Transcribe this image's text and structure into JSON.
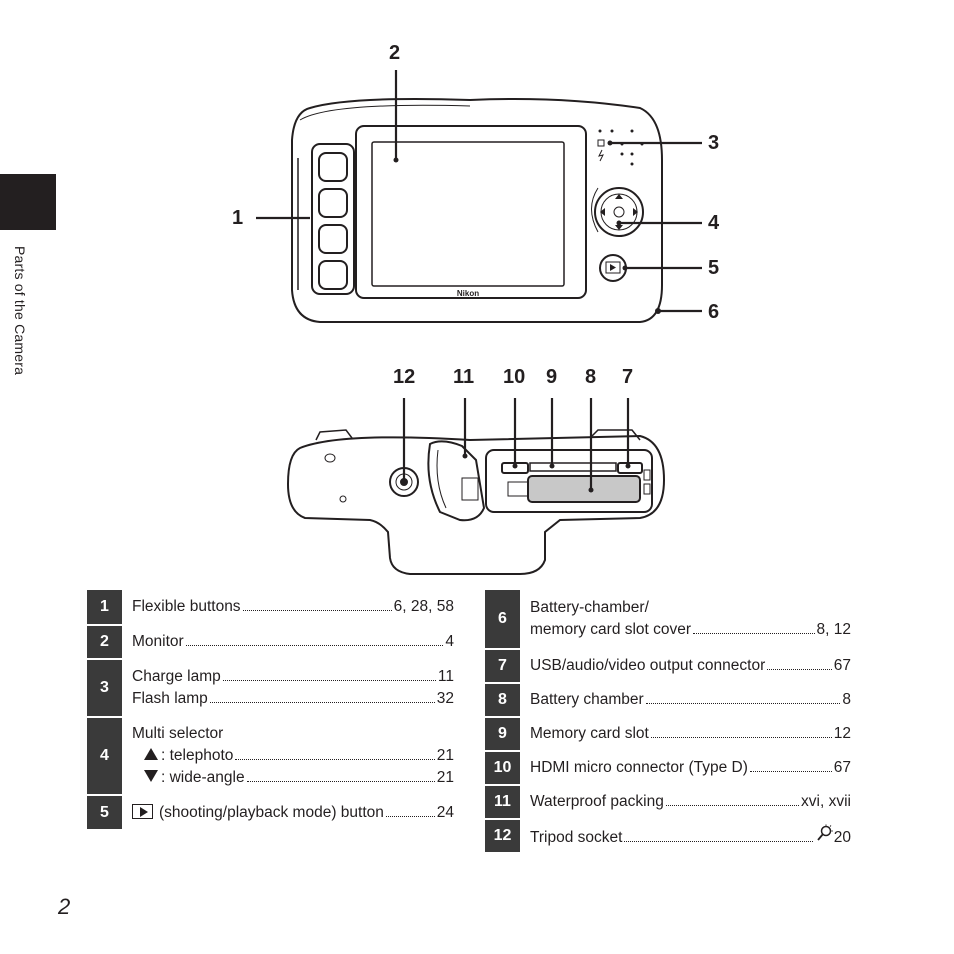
{
  "side_tab": {
    "text": "Parts of the Camera"
  },
  "page_number": "2",
  "callouts": [
    "1",
    "2",
    "3",
    "4",
    "5",
    "6",
    "12",
    "11",
    "10",
    "9",
    "8",
    "7"
  ],
  "camera_brand": "Nikon",
  "left_table": [
    {
      "num": "1",
      "lines": [
        {
          "text": "Flexible buttons",
          "page": "6, 28, 58"
        }
      ]
    },
    {
      "num": "2",
      "lines": [
        {
          "text": "Monitor",
          "page": "4"
        }
      ]
    },
    {
      "num": "3",
      "lines": [
        {
          "text": "Charge lamp",
          "page": "11"
        },
        {
          "text": "Flash lamp",
          "page": "32"
        }
      ]
    },
    {
      "num": "4",
      "lines": [
        {
          "text": "Multi selector",
          "page": ""
        },
        {
          "icon": "up-triangle-icon",
          "text": ": telephoto",
          "page": "21"
        },
        {
          "icon": "down-triangle-icon",
          "text": ": wide-angle",
          "page": "21"
        }
      ]
    },
    {
      "num": "5",
      "lines": [
        {
          "icon": "playback-icon",
          "text": " (shooting/playback mode) button",
          "page": "24"
        }
      ]
    }
  ],
  "right_table": [
    {
      "num": "6",
      "lines": [
        {
          "text": "Battery-chamber/",
          "page": ""
        },
        {
          "text": "memory card slot cover",
          "page": "8, 12"
        }
      ]
    },
    {
      "num": "7",
      "lines": [
        {
          "text": "USB/audio/video output connector",
          "page": "67"
        }
      ]
    },
    {
      "num": "8",
      "lines": [
        {
          "text": "Battery chamber",
          "page": "8"
        }
      ]
    },
    {
      "num": "9",
      "lines": [
        {
          "text": "Memory card slot",
          "page": "12"
        }
      ]
    },
    {
      "num": "10",
      "lines": [
        {
          "text": "HDMI micro connector (Type D)",
          "page": "67"
        }
      ]
    },
    {
      "num": "11",
      "lines": [
        {
          "text": "Waterproof packing",
          "page": "xvi, xvii"
        }
      ]
    },
    {
      "num": "12",
      "lines": [
        {
          "icon": "reference-icon",
          "text": "Tripod socket",
          "page": "20"
        }
      ]
    }
  ]
}
